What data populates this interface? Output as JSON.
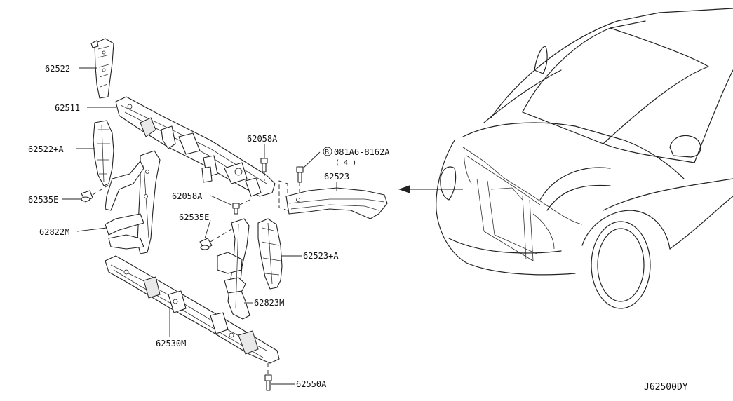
{
  "diagram": {
    "reference_code": "J62500DY",
    "callouts": {
      "c62522": "62522",
      "c62511": "62511",
      "c62522a": "62522+A",
      "c62535e_left": "62535E",
      "c62822m": "62822M",
      "c62058a_top": "62058A",
      "c62058a_mid": "62058A",
      "c62535e_mid": "62535E",
      "c62523": "62523",
      "c62523a": "62523+A",
      "c62823m": "62823M",
      "c62530m": "62530M",
      "c62550a": "62550A",
      "bolt_spec": "081A6-8162A",
      "bolt_symbol": "B",
      "bolt_qty": "( 4 )"
    }
  }
}
